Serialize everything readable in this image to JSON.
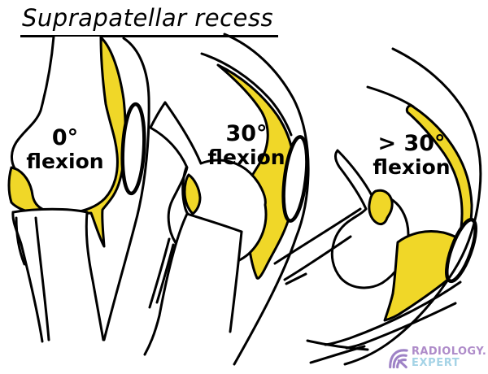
{
  "title": "Suprapatellar recess",
  "panels": [
    {
      "id": "knee-0-flexion",
      "label_angle": "0°",
      "label_word": "flexion"
    },
    {
      "id": "knee-30-flexion",
      "label_angle": "30°",
      "label_word": "flexion"
    },
    {
      "id": "knee-gt30-flexion",
      "label_angle": "> 30°",
      "label_word": "flexion"
    }
  ],
  "logo": {
    "line1": "RADIOLOGY.",
    "line2": "EXPERT",
    "icon": "radiology-expert-r-mark"
  },
  "colors": {
    "recess_fill": "#F0D728",
    "outline": "#000000",
    "logo_purple": "#AE8BC9",
    "logo_blue": "#A5D3E6",
    "background": "#FFFFFF"
  }
}
